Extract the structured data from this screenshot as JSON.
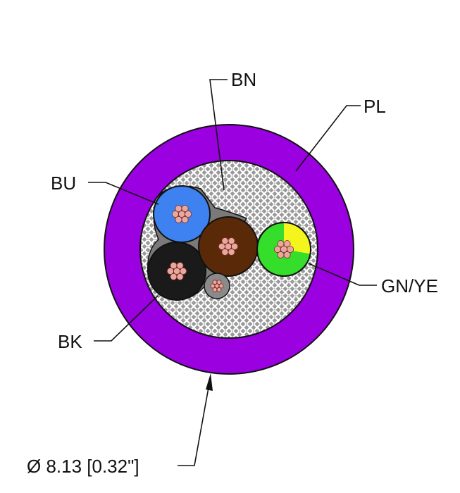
{
  "labels": {
    "brown": "BN",
    "purple_jacket": "PL",
    "blue": "BU",
    "green_yellow": "GN/YE",
    "black": "BK",
    "diameter": "Ø 8.13 [0.32\"]"
  },
  "colors": {
    "jacket": "#9A00E0",
    "shield": "#9c9c9c",
    "blue_insulation": "#3d82f0",
    "brown_insulation": "#5a2a08",
    "black_insulation": "#1a1a1a",
    "green_insulation": "#35de2a",
    "yellow_stripe": "#f5f51e",
    "copper": "#e8a8a0"
  }
}
